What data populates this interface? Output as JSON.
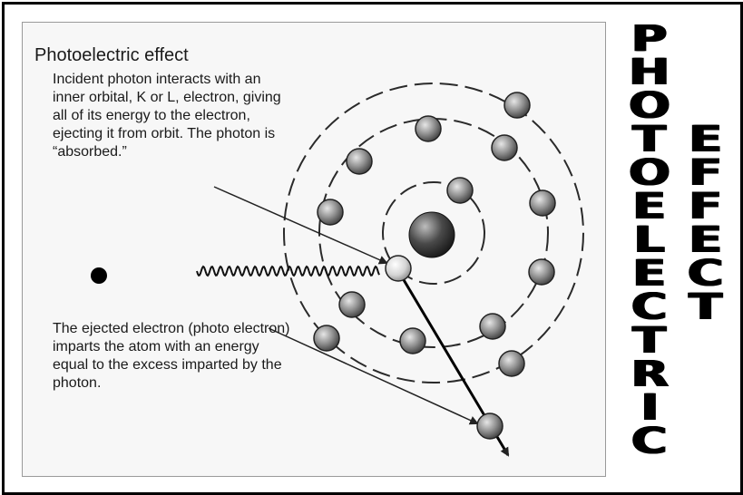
{
  "diagram": {
    "title": "Photoelectric effect",
    "description_incident": "Incident photon interacts with an inner orbital, K or L, electron, giving all of its energy to the electron, ejecting it from orbit. The photon is “absorbed.”",
    "description_ejected": "The ejected electron (photo electron) imparts the atom with an energy equal to the excess imparted by the photon."
  },
  "banner": {
    "word1": "PHOTOELECTRIC",
    "word2": "EFFECT"
  },
  "colors": {
    "nucleus": "#3a3a3a",
    "electron": "#7a7a7a",
    "ejected_electron": "#d8d8d8",
    "panel_background": "#f7f7f7"
  }
}
